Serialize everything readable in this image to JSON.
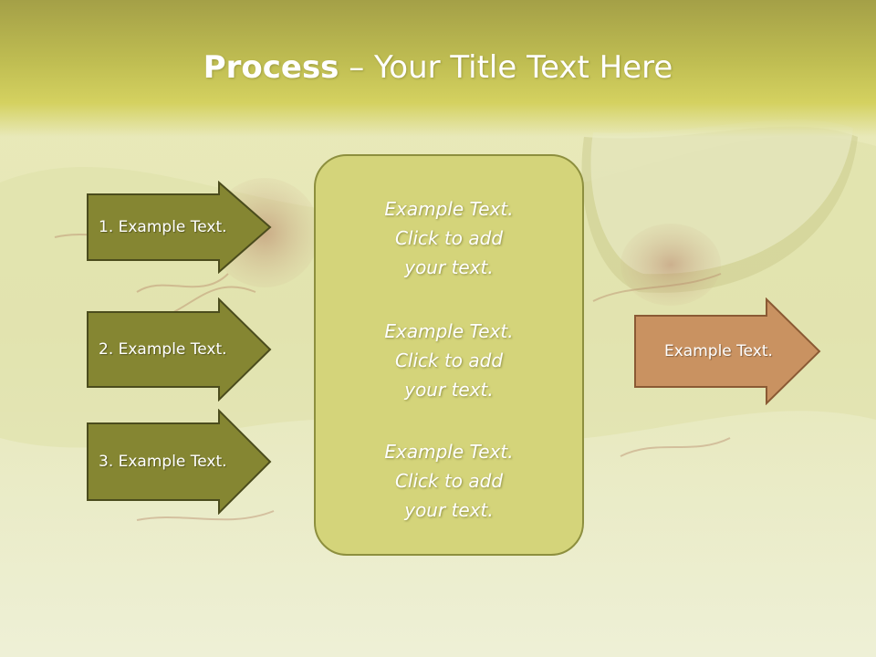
{
  "slide": {
    "title_bold": "Process",
    "title_rest": " – Your Title Text Here",
    "left_arrows": [
      {
        "label": "1. Example Text."
      },
      {
        "label": "2. Example Text."
      },
      {
        "label": "3. Example Text."
      }
    ],
    "center_blocks": [
      {
        "line1": "Example Text.",
        "line2": "Click  to add",
        "line3": "your text."
      },
      {
        "line1": "Example Text.",
        "line2": "Click  to add",
        "line3": "your text."
      },
      {
        "line1": "Example Text.",
        "line2": "Click  to add",
        "line3": "your text."
      }
    ],
    "output_arrow": {
      "label": "Example Text."
    }
  },
  "colors": {
    "title_band": "#bfbd52",
    "left_arrow_fill": "#858632",
    "left_arrow_border": "#4b4c1d",
    "center_box_fill": "#d4d47a",
    "center_box_border": "#8d8f3e",
    "output_arrow_fill": "#c99261",
    "output_arrow_border": "#8a5a34"
  }
}
